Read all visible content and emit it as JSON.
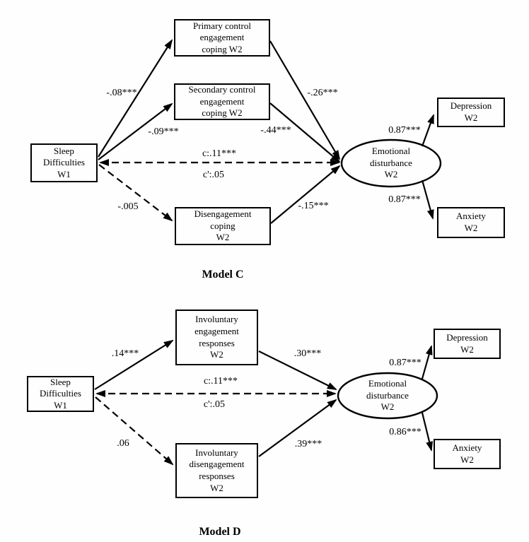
{
  "figure": {
    "background": "#fefefe",
    "line_color": "#000000"
  },
  "model_c": {
    "title": "Model C",
    "nodes": {
      "sleep": "Sleep\nDifficulties\nW1",
      "primary": "Primary control\nengagement\ncoping W2",
      "secondary": "Secondary control\nengagement\ncoping W2",
      "disengagement": "Disengagement\ncoping\nW2",
      "emotional": "Emotional\ndisturbance\nW2",
      "depression": "Depression\nW2",
      "anxiety": "Anxiety\nW2"
    },
    "paths": {
      "sleep_primary": "-.08***",
      "sleep_secondary": "-.09***",
      "sleep_disengagement": "-.005",
      "primary_emotional": "-.26***",
      "secondary_emotional": "-.44***",
      "disengagement_emotional": "-.15***",
      "total_effect": "c:.11***",
      "direct_effect": "c':.05",
      "emotional_depression": "0.87***",
      "emotional_anxiety": "0.87***"
    }
  },
  "model_d": {
    "title": "Model D",
    "nodes": {
      "sleep": "Sleep\nDifficulties\nW1",
      "inv_engagement": "Involuntary\nengagement\nresponses\nW2",
      "inv_disengagement": "Involuntary\ndisengagement\nresponses\nW2",
      "emotional": "Emotional\ndisturbance\nW2",
      "depression": "Depression\nW2",
      "anxiety": "Anxiety\nW2"
    },
    "paths": {
      "sleep_inv_engagement": ".14***",
      "sleep_inv_disengagement": ".06",
      "inv_engagement_emotional": ".30***",
      "inv_disengagement_emotional": ".39***",
      "total_effect": "c:.11***",
      "direct_effect": "c':.05",
      "emotional_depression": "0.87***",
      "emotional_anxiety": "0.86***"
    }
  }
}
